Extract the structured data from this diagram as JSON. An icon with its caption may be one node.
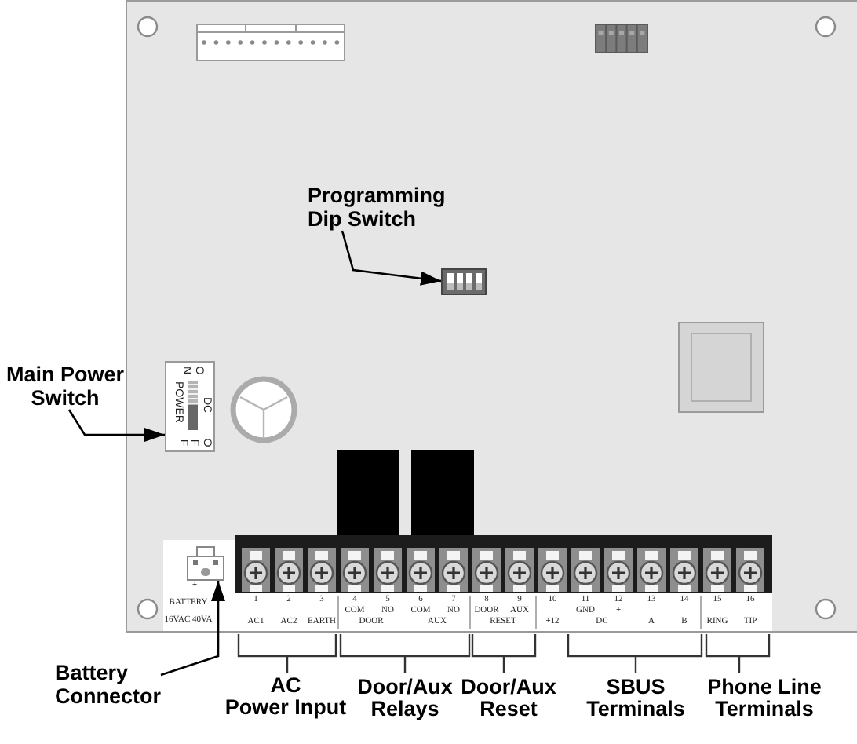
{
  "diagram": {
    "nodes": [
      {
        "text": [
          "Programming Dip Switch"
        ]
      },
      {
        "text": [],
        "shape": "picture"
      },
      {
        "text": [
          "Main Power Switch"
        ]
      },
      {
        "text": [
          "ON",
          "POWER",
          "DC",
          "OFF"
        ]
      },
      {
        "text": [
          "Battery Connector"
        ]
      },
      {
        "text": [],
        "shape": "picture",
        "beside": [
          "+",
          "-"
        ]
      }
    ],
    "edges": [
      {
        "from": 0,
        "to": 1,
        "arrow": "to"
      },
      {
        "from": 2,
        "to": 3,
        "arrow": "to"
      },
      {
        "from": 4,
        "to": 5,
        "arrow": "to"
      }
    ],
    "labels": [
      "BATTERY",
      "16VAC 40VA",
      "1",
      "AC1",
      "2",
      "AC2",
      "3",
      "EARTH",
      "4",
      "COM",
      "5",
      "NO",
      "DOOR",
      "6",
      "COM",
      "7",
      "NO",
      "AUX",
      "8",
      "DOOR",
      "9",
      "AUX",
      "RESET",
      "10",
      "+12",
      "11",
      "GND",
      "12",
      "+",
      "DC",
      "13",
      "A",
      "14",
      "B",
      "15",
      "RING",
      "16",
      "TIP",
      "AC Power Input",
      "Door/Aux Relays",
      "Door/Aux Reset",
      "SBUS Terminals",
      "Phone Line Terminals"
    ]
  }
}
